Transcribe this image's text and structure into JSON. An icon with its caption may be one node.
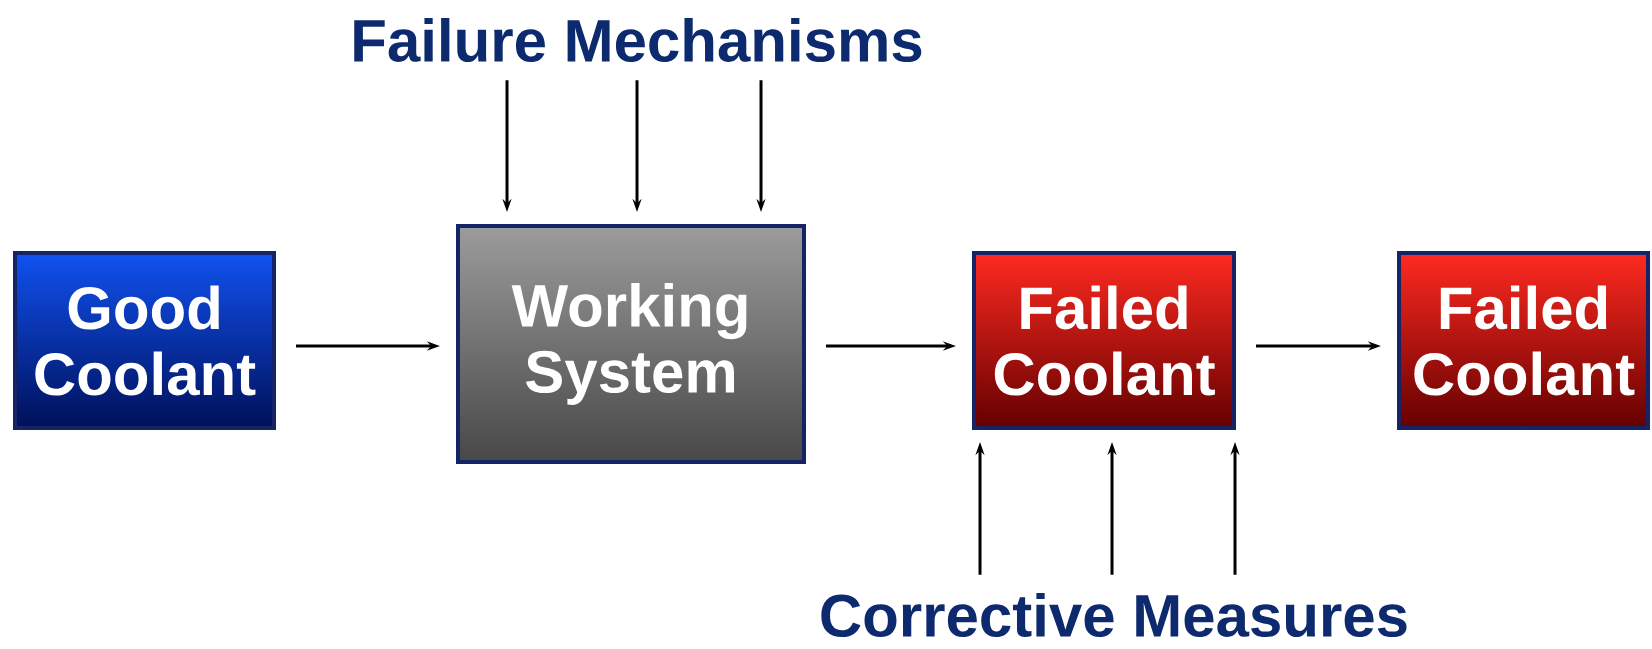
{
  "diagram": {
    "nodes": [
      {
        "text": [
          "Failure Mechanisms"
        ]
      },
      {
        "text": [
          "Good Coolant"
        ]
      },
      {
        "text": [
          "Working System"
        ]
      },
      {
        "text": [
          "Failed Coolant"
        ]
      },
      {
        "text": [
          "Failed Coolant"
        ]
      },
      {
        "text": [
          "Corrective Measures"
        ]
      }
    ],
    "edges": [
      {
        "from": 0,
        "to": 2,
        "arrow": "to"
      },
      {
        "from": 0,
        "to": 2,
        "arrow": "to"
      },
      {
        "from": 0,
        "to": 2,
        "arrow": "to"
      },
      {
        "from": 1,
        "to": 2,
        "arrow": "to"
      },
      {
        "from": 2,
        "to": 3,
        "arrow": "to"
      },
      {
        "from": 3,
        "to": 4,
        "arrow": "to"
      },
      {
        "from": 5,
        "to": 3,
        "arrow": "to"
      },
      {
        "from": 5,
        "to": 3,
        "arrow": "to"
      },
      {
        "from": 5,
        "to": 3,
        "arrow": "to"
      }
    ]
  }
}
